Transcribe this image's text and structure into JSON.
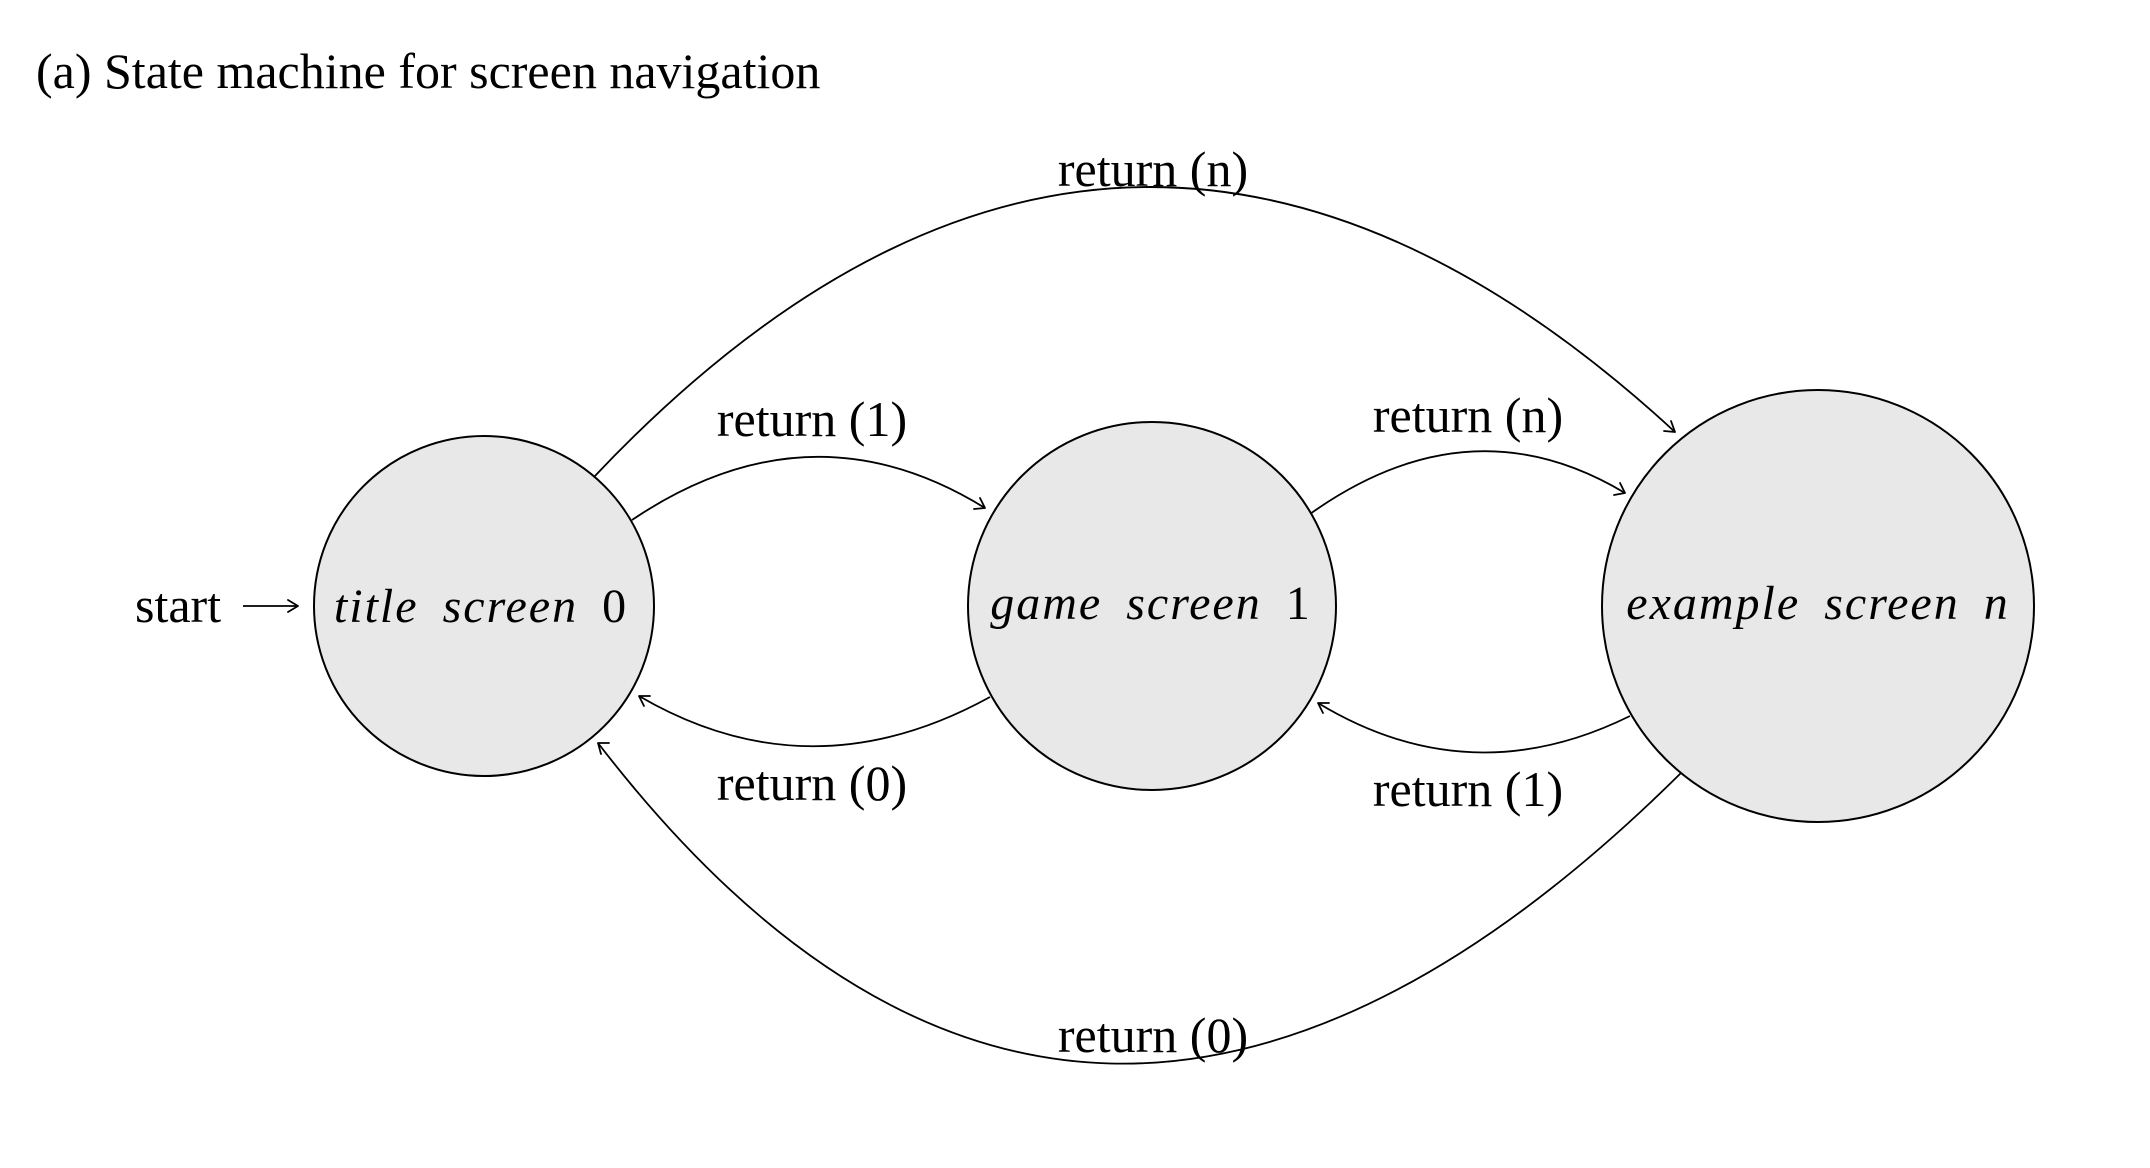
{
  "caption": "(a)  State machine for screen navigation",
  "start_label": "start",
  "states": [
    {
      "id": "title",
      "name": "title",
      "kind": "screen",
      "index": "0"
    },
    {
      "id": "game",
      "name": "game",
      "kind": "screen",
      "index": "1"
    },
    {
      "id": "example",
      "name": "example",
      "kind": "screen",
      "index": "n"
    }
  ],
  "transitions": [
    {
      "from": "title",
      "to": "example",
      "label": "return (n)"
    },
    {
      "from": "title",
      "to": "game",
      "label": "return (1)"
    },
    {
      "from": "game",
      "to": "example",
      "label": "return (n)"
    },
    {
      "from": "game",
      "to": "title",
      "label": "return (0)"
    },
    {
      "from": "example",
      "to": "game",
      "label": "return (1)"
    },
    {
      "from": "example",
      "to": "title",
      "label": "return (0)"
    }
  ],
  "colors": {
    "state_fill": "#e8e8e8",
    "stroke": "#000000"
  }
}
